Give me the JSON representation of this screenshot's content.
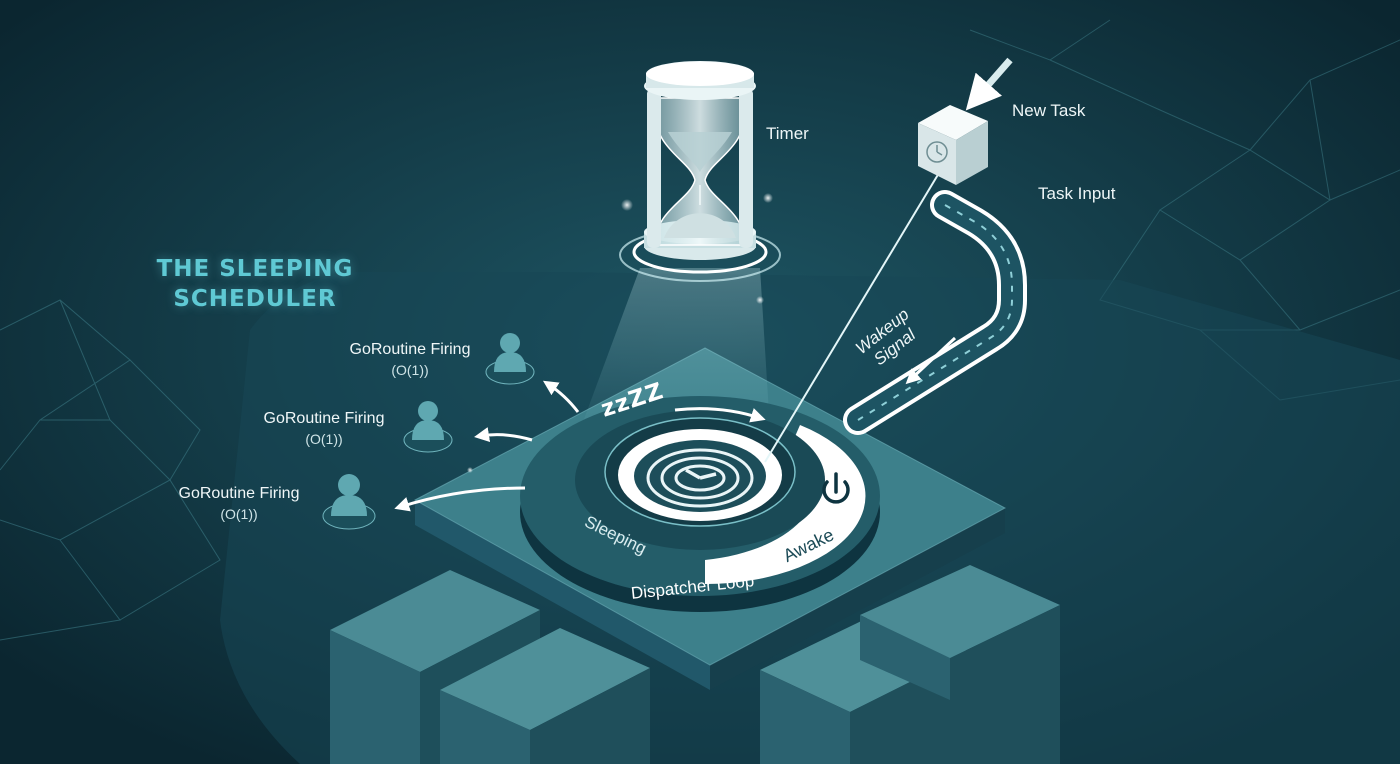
{
  "title": {
    "line1": "THE SLEEPING",
    "line2": "SCHEDULER"
  },
  "labels": {
    "timer": "Timer",
    "new_task": "New Task",
    "task_input": "Task Input",
    "wakeup_line1": "Wakeup",
    "wakeup_line2": "Signal",
    "sleeping": "Sleeping",
    "awake": "Awake",
    "dispatcher_loop": "Dispatcher Loop",
    "sleep_zzz": "zzZZ"
  },
  "goroutines": [
    {
      "label": "GoRoutine Firing",
      "complexity": "(O(1))"
    },
    {
      "label": "GoRoutine Firing",
      "complexity": "(O(1))"
    },
    {
      "label": "GoRoutine Firing",
      "complexity": "(O(1))"
    }
  ],
  "colors": {
    "background": "#0d2f3a",
    "accent": "#5fc9d4",
    "awake_segment": "#ffffff",
    "platform": "#1f5a66"
  },
  "icons": [
    "hourglass-icon",
    "task-cube-icon",
    "clock-icon",
    "power-icon",
    "person-icon"
  ]
}
